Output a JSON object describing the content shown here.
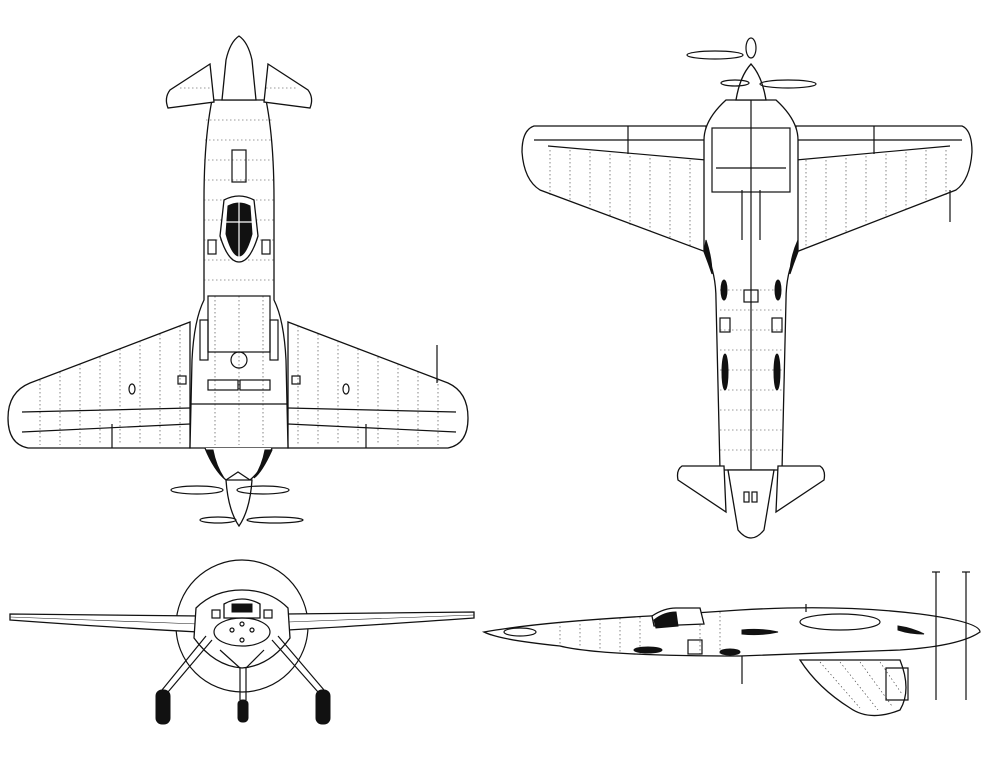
{
  "drawing": {
    "views": [
      {
        "id": "top-view"
      },
      {
        "id": "bottom-view"
      },
      {
        "id": "front-view"
      },
      {
        "id": "side-view"
      }
    ]
  }
}
